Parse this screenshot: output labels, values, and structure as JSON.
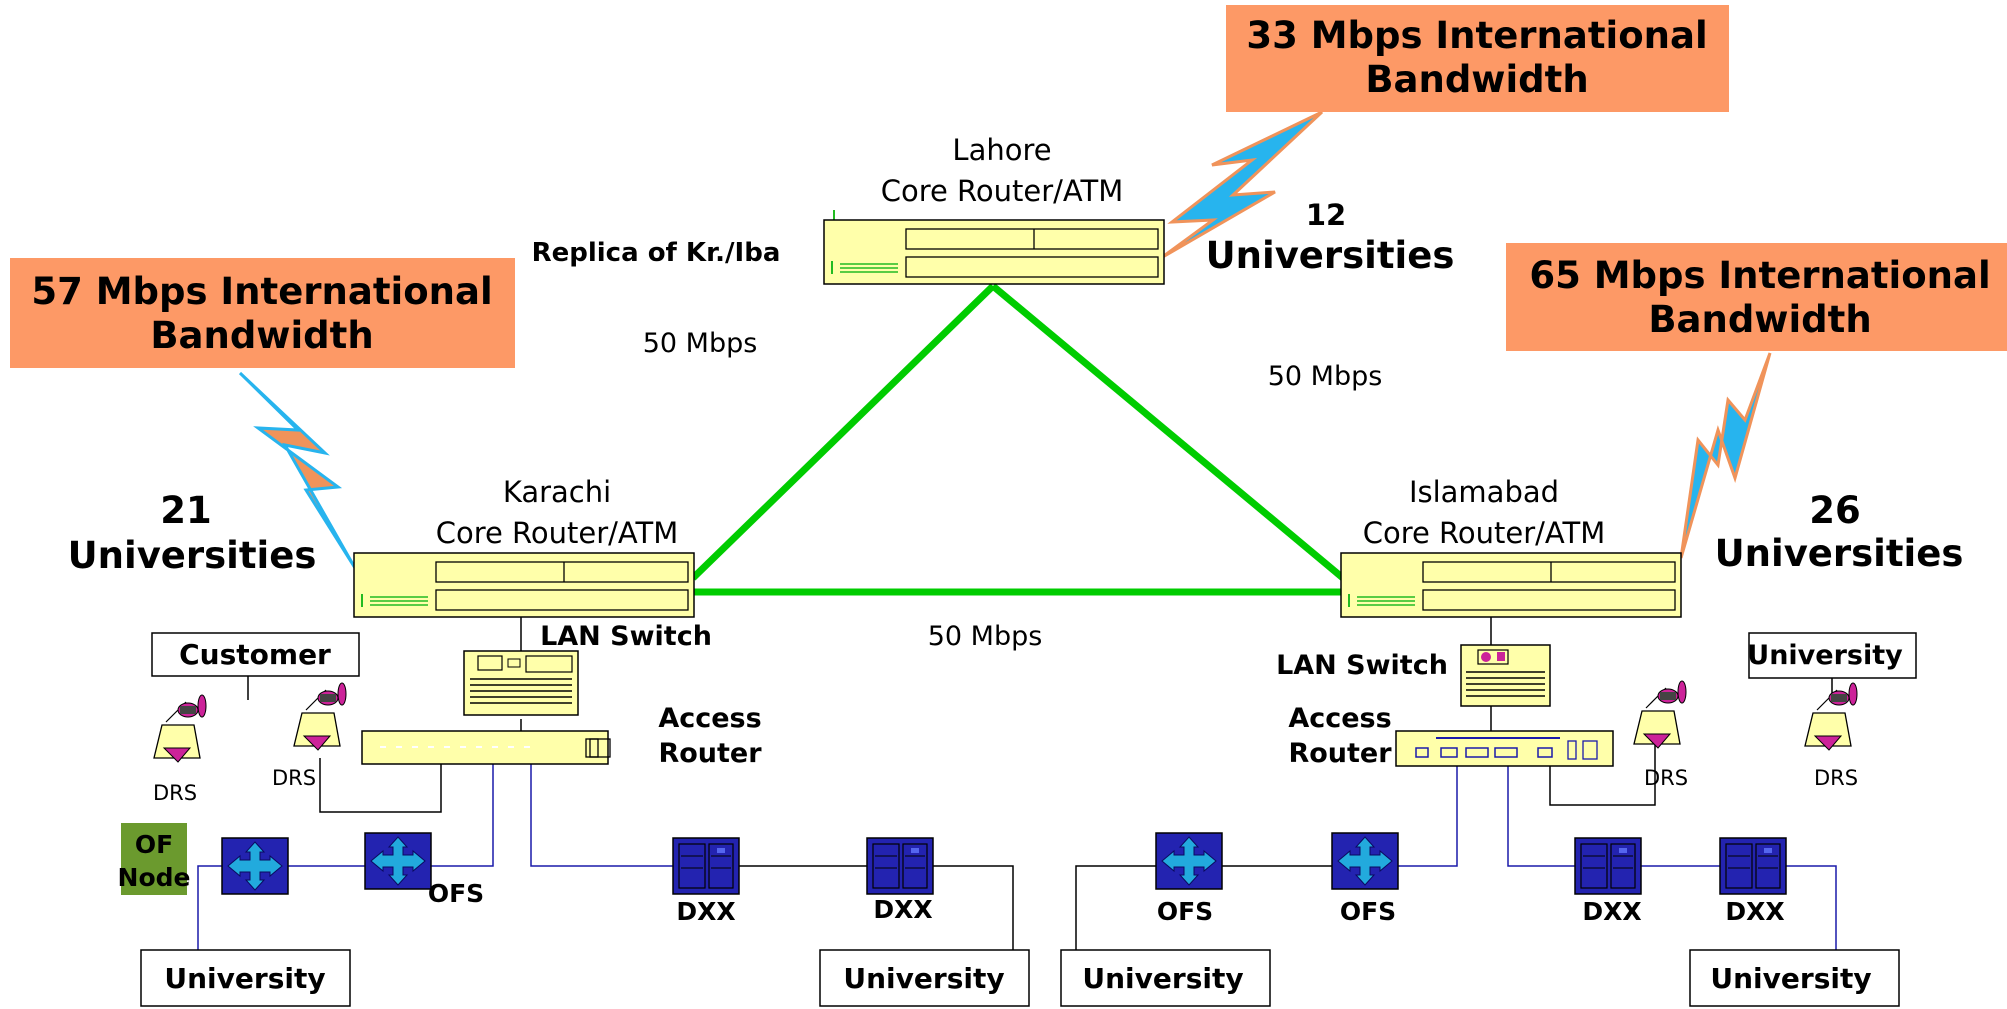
{
  "bandwidth": {
    "lahore": {
      "line1": "33 Mbps International",
      "line2": "Bandwidth"
    },
    "karachi": {
      "line1": "57 Mbps International",
      "line2": "Bandwidth"
    },
    "islamabad": {
      "line1": "65 Mbps International",
      "line2": "Bandwidth"
    }
  },
  "routers": {
    "lahore": {
      "name": "Lahore",
      "role": "Core Router/ATM",
      "note": "Replica of Kr./Iba"
    },
    "karachi": {
      "name": "Karachi",
      "role": "Core Router/ATM"
    },
    "islamabad": {
      "name": "Islamabad",
      "role": "Core Router/ATM"
    }
  },
  "universities_count": {
    "lahore": {
      "count": "12",
      "label": "Universities"
    },
    "karachi": {
      "count": "21",
      "label": "Universities"
    },
    "islamabad": {
      "count": "26",
      "label": "Universities"
    }
  },
  "links": {
    "lahore_karachi": "50 Mbps",
    "lahore_islamabad": "50 Mbps",
    "karachi_islamabad": "50 Mbps"
  },
  "karachi_side": {
    "lan_switch": "LAN Switch",
    "access_router_line1": "Access",
    "access_router_line2": "Router",
    "customer": "Customer",
    "drs_1": "DRS",
    "drs_2": "DRS",
    "of_node_line1": "OF",
    "of_node_line2": "Node",
    "ofs": "OFS",
    "dxx_1": "DXX",
    "dxx_2": "DXX",
    "university_1": "University",
    "university_2": "University"
  },
  "islamabad_side": {
    "lan_switch": "LAN Switch",
    "access_router_line1": "Access",
    "access_router_line2": "Router",
    "university_top": "University",
    "drs_1": "DRS",
    "drs_2": "DRS",
    "ofs_1": "OFS",
    "ofs_2": "OFS",
    "dxx_1": "DXX",
    "dxx_2": "DXX",
    "university_1": "University",
    "university_2": "University"
  },
  "colors": {
    "callout": "#fd9966",
    "link": "#00cc00",
    "device": "#ffffaa",
    "switch_node": "#2323b0",
    "ofs_inner": "#22aadd",
    "of_node": "#6b9a2e",
    "lightning_blue": "#27b4ee",
    "lightning_orange": "#f0935a"
  }
}
